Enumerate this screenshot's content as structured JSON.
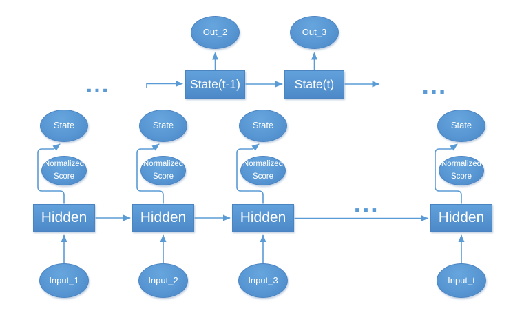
{
  "colors": {
    "accent": "#5b9bd5",
    "shape_border": "#4c84c2",
    "shape_text": "#ffffff",
    "background": "#ffffff"
  },
  "top": {
    "ellipsis_left": "...",
    "out_2": "Out_2",
    "out_3": "Out_3",
    "state_t_minus_1": "State(t-1)",
    "state_t": "State(t)",
    "ellipsis_right": "..."
  },
  "hidden_row_ellipsis": "...",
  "columns": [
    {
      "state": "State",
      "score_line1": "Normalized",
      "score_line2": "Score",
      "hidden": "Hidden",
      "input": "Input_1"
    },
    {
      "state": "State",
      "score_line1": "Normalized",
      "score_line2": "Score",
      "hidden": "Hidden",
      "input": "Input_2"
    },
    {
      "state": "State",
      "score_line1": "Normalized",
      "score_line2": "Score",
      "hidden": "Hidden",
      "input": "Input_3"
    },
    {
      "state": "State",
      "score_line1": "Normalized",
      "score_line2": "Score",
      "hidden": "Hidden",
      "input": "Input_t"
    }
  ]
}
